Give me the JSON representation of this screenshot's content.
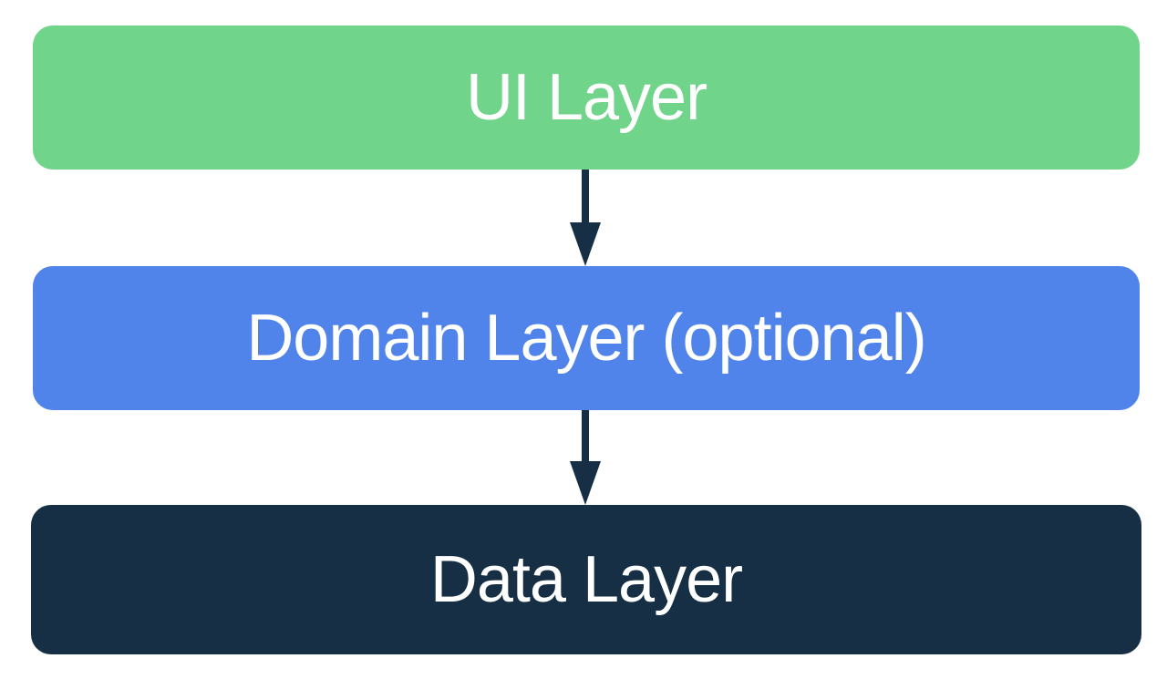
{
  "layers": [
    {
      "label": "UI Layer",
      "color": "#71D48B"
    },
    {
      "label": "Domain Layer (optional)",
      "color": "#5084EB"
    },
    {
      "label": "Data Layer",
      "color": "#162F44"
    }
  ],
  "arrow_color": "#162F44"
}
